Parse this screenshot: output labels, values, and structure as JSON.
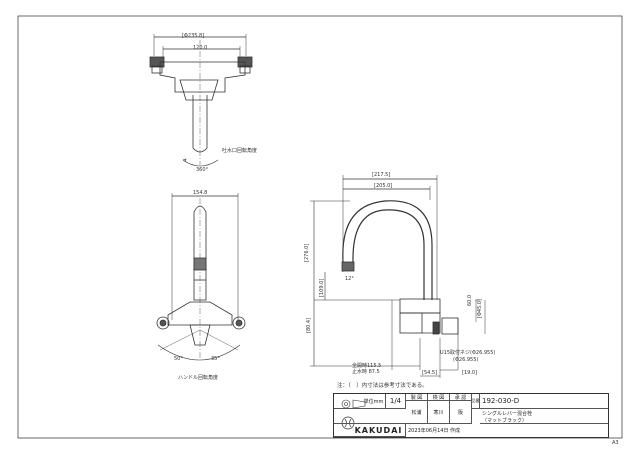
{
  "top_view": {
    "dim_overall": "[Φ235.8]",
    "dim_pitch": "120.0",
    "spout_rotation_label": "吐水口回転角度",
    "spout_rotation_angle": "360°"
  },
  "front_view": {
    "dim_width": "154.8",
    "handle_angle_left": "50°",
    "handle_angle_right": "35°",
    "handle_rotation_label": "ハンドル回転角度"
  },
  "side_view": {
    "dim_217": "[217.5]",
    "dim_205": "[205.0]",
    "dim_276": "[276.0]",
    "dim_109": "[109.0]",
    "angle_12": "12°",
    "dim_80": "[80.4]",
    "dim_60": "60.0",
    "dim_45": "[Φ45.0]",
    "dim_115": "全開時115.5",
    "dim_87": "止水時 87.5",
    "thread_note_1": "U15取付ネジ(Φ26.955)",
    "thread_note_2": "(Φ26.955)",
    "dim_54": "[54.5]",
    "dim_19": "[19.0]"
  },
  "note": "注：（　）内寸法は参考寸法である。",
  "title_block": {
    "unit_label": "単位mm",
    "scale": "1/4",
    "header_drawn": "製 図",
    "header_check": "検 図",
    "header_approve": "承 認",
    "name_drawn": "松浦",
    "name_check": "寒川",
    "name_approve": "阪",
    "sign_code": "品番",
    "code": "192-030-D",
    "product_name": "シングルレバー混合栓",
    "product_sub": "（マットブラック）",
    "company": "KAKUDAI",
    "date": "2023年06月14日 作成"
  },
  "sheet_size": "A3"
}
